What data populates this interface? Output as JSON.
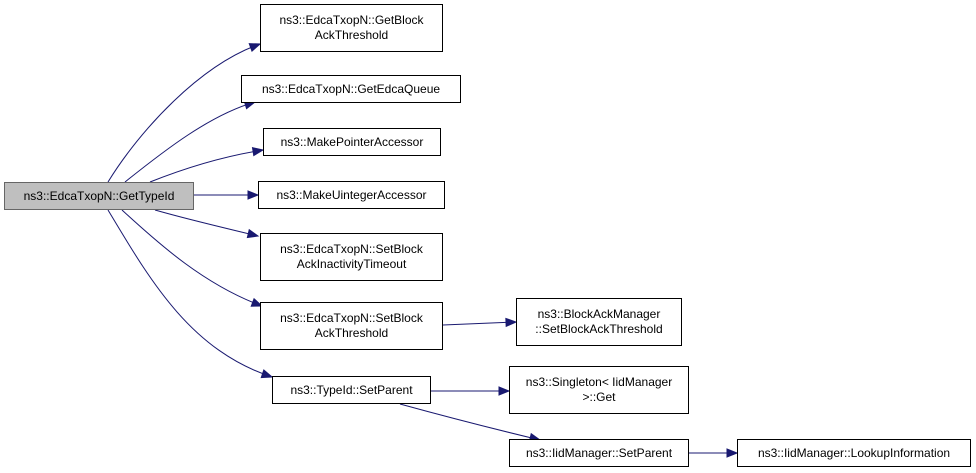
{
  "diagram": {
    "edge_color": "#191970",
    "root_fill": "#bfbfbf",
    "node_fill": "#ffffff",
    "nodes": {
      "get_type_id": "ns3::EdcaTxopN::GetTypeId",
      "get_block_ack_threshold": "ns3::EdcaTxopN::GetBlock\nAckThreshold",
      "get_edca_queue": "ns3::EdcaTxopN::GetEdcaQueue",
      "make_pointer_accessor": "ns3::MakePointerAccessor",
      "make_uinteger_accessor": "ns3::MakeUintegerAccessor",
      "set_block_ack_inactivity_timeout": "ns3::EdcaTxopN::SetBlock\nAckInactivityTimeout",
      "set_block_ack_threshold": "ns3::EdcaTxopN::SetBlock\nAckThreshold",
      "block_ack_manager_set_threshold": "ns3::BlockAckManager\n::SetBlockAckThreshold",
      "type_id_set_parent": "ns3::TypeId::SetParent",
      "singleton_get": "ns3::Singleton< IidManager\n>::Get",
      "iid_manager_set_parent": "ns3::IidManager::SetParent",
      "iid_manager_lookup_information": "ns3::IidManager::LookupInformation"
    },
    "edges": [
      [
        "get_type_id",
        "get_block_ack_threshold"
      ],
      [
        "get_type_id",
        "get_edca_queue"
      ],
      [
        "get_type_id",
        "make_pointer_accessor"
      ],
      [
        "get_type_id",
        "make_uinteger_accessor"
      ],
      [
        "get_type_id",
        "set_block_ack_inactivity_timeout"
      ],
      [
        "get_type_id",
        "set_block_ack_threshold"
      ],
      [
        "get_type_id",
        "type_id_set_parent"
      ],
      [
        "set_block_ack_threshold",
        "block_ack_manager_set_threshold"
      ],
      [
        "type_id_set_parent",
        "singleton_get"
      ],
      [
        "type_id_set_parent",
        "iid_manager_set_parent"
      ],
      [
        "iid_manager_set_parent",
        "iid_manager_lookup_information"
      ]
    ]
  }
}
